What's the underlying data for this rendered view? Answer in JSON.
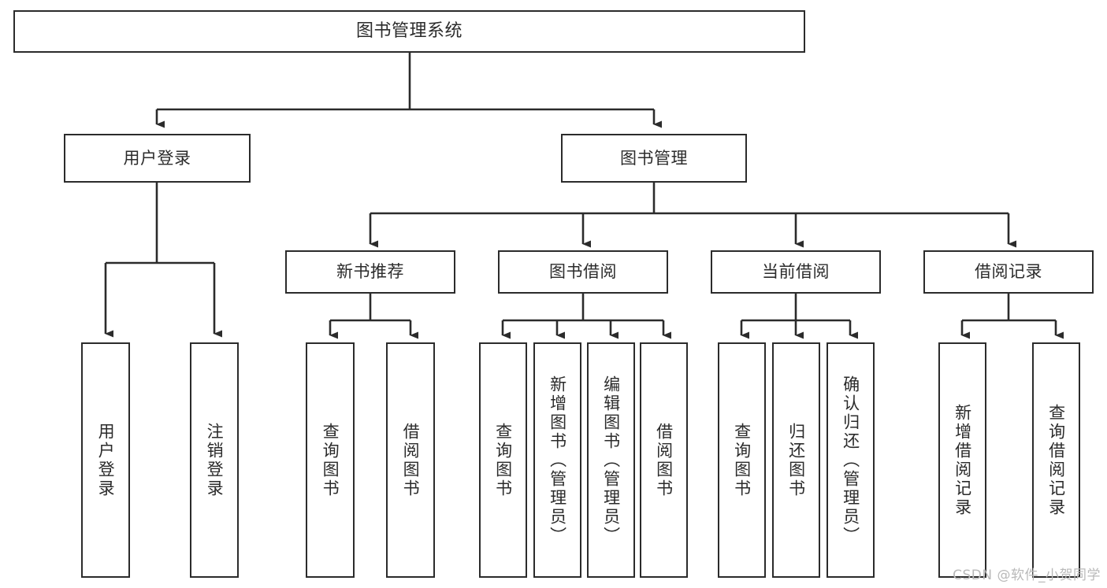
{
  "diagram": {
    "title": "图书管理系统",
    "type": "tree-hierarchy-chart",
    "watermark": "CSDN @软件_小贺同学",
    "nodes": {
      "root": {
        "label": "图书管理系统"
      },
      "level2": [
        {
          "id": "user-login",
          "label": "用户登录"
        },
        {
          "id": "book-management",
          "label": "图书管理"
        }
      ],
      "level3": [
        {
          "id": "new-book-recommend",
          "label": "新书推荐"
        },
        {
          "id": "book-borrow",
          "label": "图书借阅"
        },
        {
          "id": "current-borrow",
          "label": "当前借阅"
        },
        {
          "id": "borrow-record",
          "label": "借阅记录"
        }
      ],
      "leaves": {
        "user-login": [
          {
            "id": "leaf-user-login",
            "label": "用户登录"
          },
          {
            "id": "leaf-logout-login",
            "label": "注销登录"
          }
        ],
        "new-book-recommend": [
          {
            "id": "leaf-query-book-1",
            "label": "查询图书"
          },
          {
            "id": "leaf-borrow-book-1",
            "label": "借阅图书"
          }
        ],
        "book-borrow": [
          {
            "id": "leaf-query-book-2",
            "label": "查询图书"
          },
          {
            "id": "leaf-add-book",
            "label": "新增图书（管理员）"
          },
          {
            "id": "leaf-edit-book",
            "label": "编辑图书（管理员）"
          },
          {
            "id": "leaf-borrow-book-2",
            "label": "借阅图书"
          }
        ],
        "current-borrow": [
          {
            "id": "leaf-query-book-3",
            "label": "查询图书"
          },
          {
            "id": "leaf-return-book",
            "label": "归还图书"
          },
          {
            "id": "leaf-confirm-return",
            "label": "确认归还（管理员）"
          }
        ],
        "borrow-record": [
          {
            "id": "leaf-add-record",
            "label": "新增借阅记录"
          },
          {
            "id": "leaf-query-record",
            "label": "查询借阅记录"
          }
        ]
      }
    },
    "colors": {
      "stroke": "#2b2b2b",
      "fill": "#ffffff",
      "watermark": "#b9b9b9"
    }
  }
}
